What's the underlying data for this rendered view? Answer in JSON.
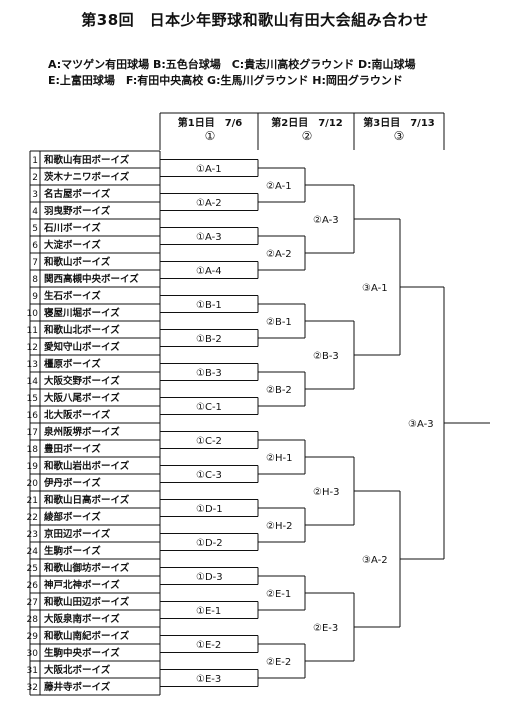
{
  "title": "第38回　日本少年野球和歌山有田大会組み合わせ",
  "venues": {
    "line1": "A:マツゲン有田球場 B:五色台球場　C:貴志川高校グラウンド D:南山球場",
    "line2": "E:上富田球場　F:有田中央高校 G:生馬川グラウンド H:岡田グラウンド"
  },
  "rounds": [
    {
      "label": "第1日目　7/6",
      "num": "①"
    },
    {
      "label": "第2日目　7/12",
      "num": "②"
    },
    {
      "label": "第3日目　7/13",
      "num": "③"
    }
  ],
  "teams": [
    "和歌山有田ボーイズ",
    "茨木ナニワボーイズ",
    "名古屋ボーイズ",
    "羽曳野ボーイズ",
    "石川ボーイズ",
    "大淀ボーイズ",
    "和歌山ボーイズ",
    "関西高槻中央ボーイズ",
    "生石ボーイズ",
    "寝屋川堀ボーイズ",
    "和歌山北ボーイズ",
    "愛知守山ボーイズ",
    "橿原ボーイズ",
    "大阪交野ボーイズ",
    "大阪八尾ボーイズ",
    "北大阪ボーイズ",
    "泉州阪堺ボーイズ",
    "豊田ボーイズ",
    "和歌山岩出ボーイズ",
    "伊丹ボーイズ",
    "和歌山日高ボーイズ",
    "綾部ボーイズ",
    "京田辺ボーイズ",
    "生駒ボーイズ",
    "和歌山御坊ボーイズ",
    "神戸北神ボーイズ",
    "和歌山田辺ボーイズ",
    "大阪泉南ボーイズ",
    "和歌山南紀ボーイズ",
    "生駒中央ボーイズ",
    "大阪北ボーイズ",
    "藤井寺ボーイズ"
  ],
  "round1": [
    "①A-1",
    "①A-2",
    "①A-3",
    "①A-4",
    "①B-1",
    "①B-2",
    "①B-3",
    "①C-1",
    "①C-2",
    "①C-3",
    "①D-1",
    "①D-2",
    "①D-3",
    "①E-1",
    "①E-2",
    "①E-3"
  ],
  "round2": [
    "②A-1",
    "②A-2",
    "②B-1",
    "②B-2",
    "②H-1",
    "②H-2",
    "②E-1",
    "②E-2"
  ],
  "round3": [
    "②A-3",
    "②B-3",
    "②H-3",
    "②E-3"
  ],
  "round4": [
    "③A-1",
    "③A-2"
  ],
  "final": "③A-3"
}
